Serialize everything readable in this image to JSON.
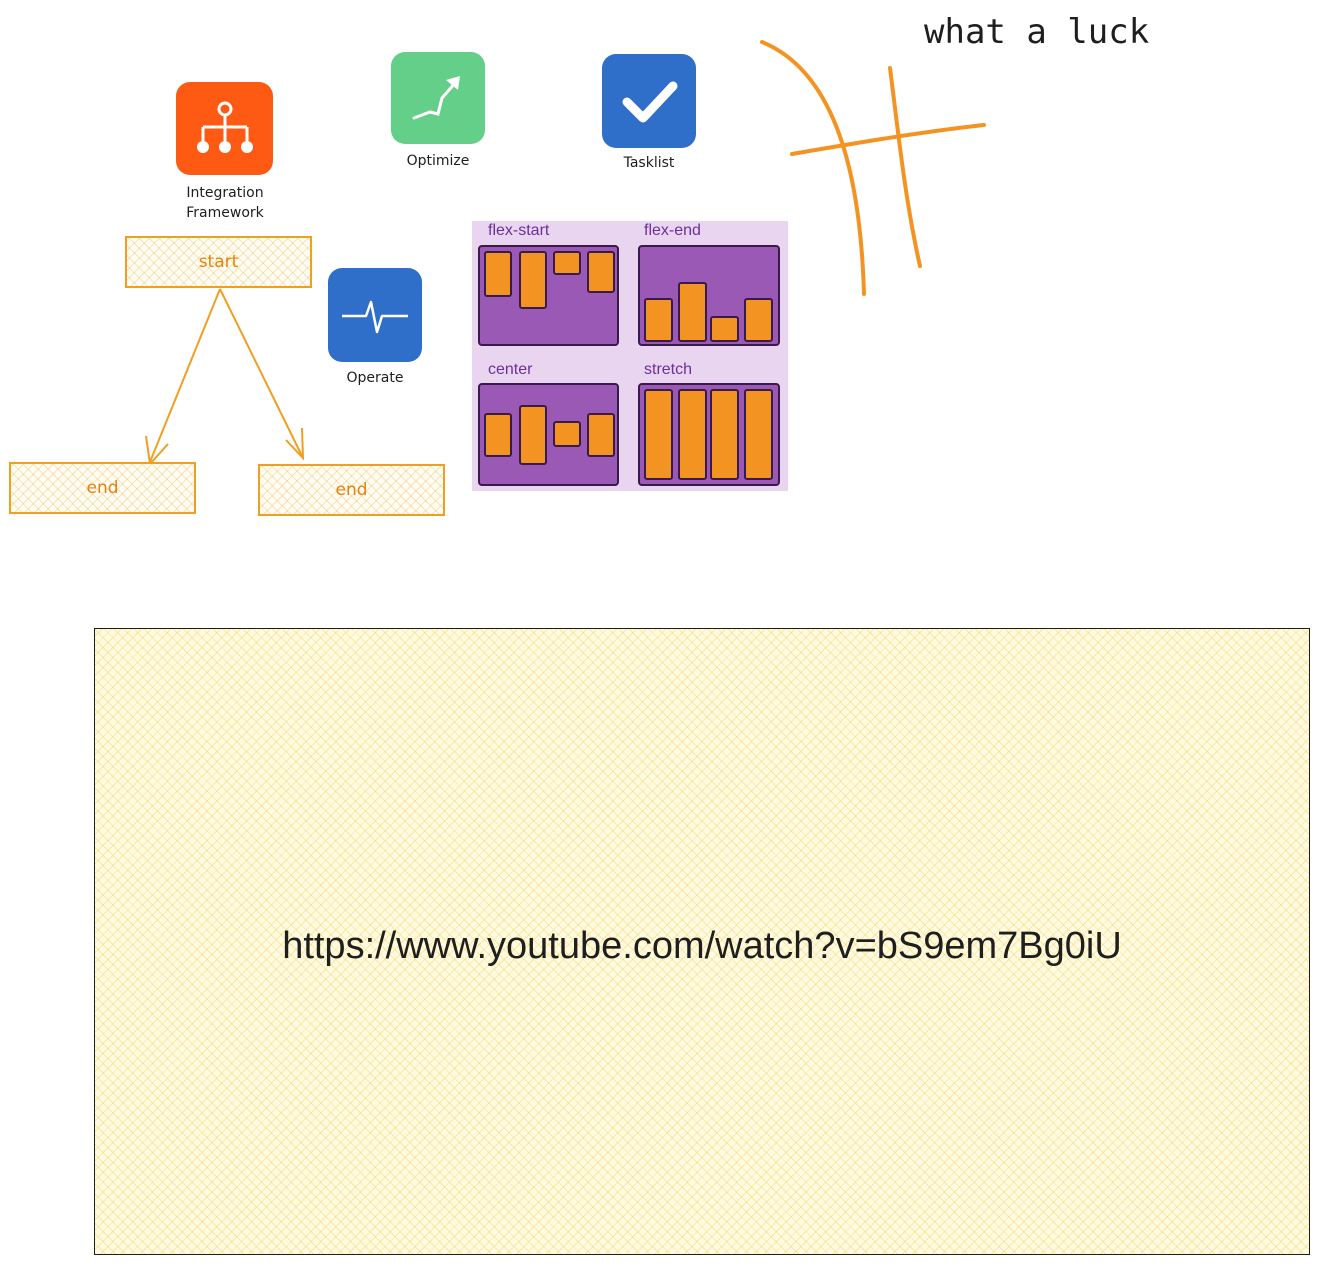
{
  "canvas_text": "what a luck",
  "icons": {
    "integration": {
      "label_line1": "Integration",
      "label_line2": "Framework",
      "color": "#ff5a14"
    },
    "optimize": {
      "label": "Optimize",
      "color": "#64cf88"
    },
    "tasklist": {
      "label": "Tasklist",
      "color": "#2f6fc9"
    },
    "operate": {
      "label": "Operate",
      "color": "#2f6fc9"
    }
  },
  "flow": {
    "start": "start",
    "end_left": "end",
    "end_right": "end",
    "stroke": "#f0a020"
  },
  "flexbox_image": {
    "labels": [
      "flex-start",
      "flex-end",
      "center",
      "stretch"
    ],
    "panel_color": "#9b59b6",
    "item_color": "#f39422"
  },
  "embed": {
    "url": "https://www.youtube.com/watch?v=bS9em7Bg0iU"
  }
}
